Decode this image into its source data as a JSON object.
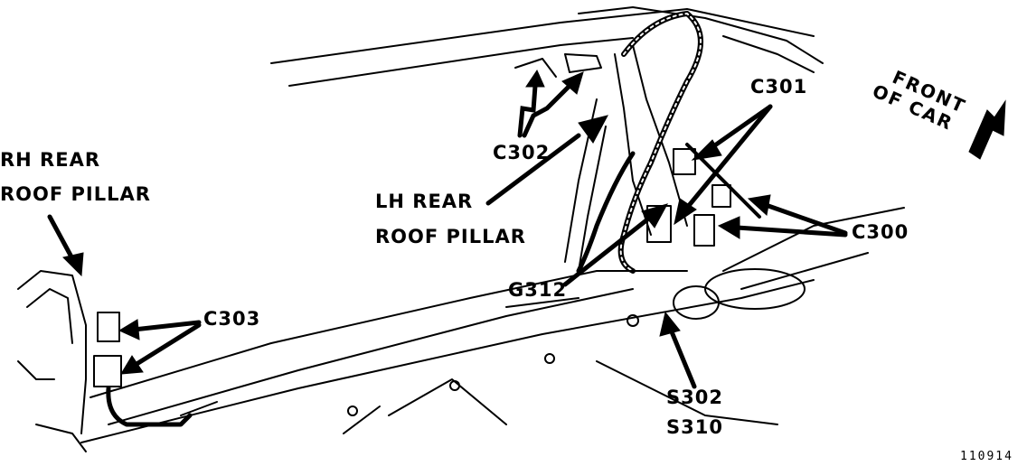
{
  "labels": {
    "rh_rear_roof_pillar_line1": "RH REAR",
    "rh_rear_roof_pillar_line2": "ROOF PILLAR",
    "lh_rear_roof_pillar_line1": "LH REAR",
    "lh_rear_roof_pillar_line2": "ROOF PILLAR",
    "c300": "C300",
    "c301": "C301",
    "c302": "C302",
    "c303": "C303",
    "g312": "G312",
    "s302": "S302",
    "s310": "S310",
    "front_of_car_line1": "FRONT",
    "front_of_car_line2": "OF CAR",
    "figure_number": "110914"
  },
  "colors": {
    "ink": "#000000",
    "paper": "#ffffff"
  }
}
